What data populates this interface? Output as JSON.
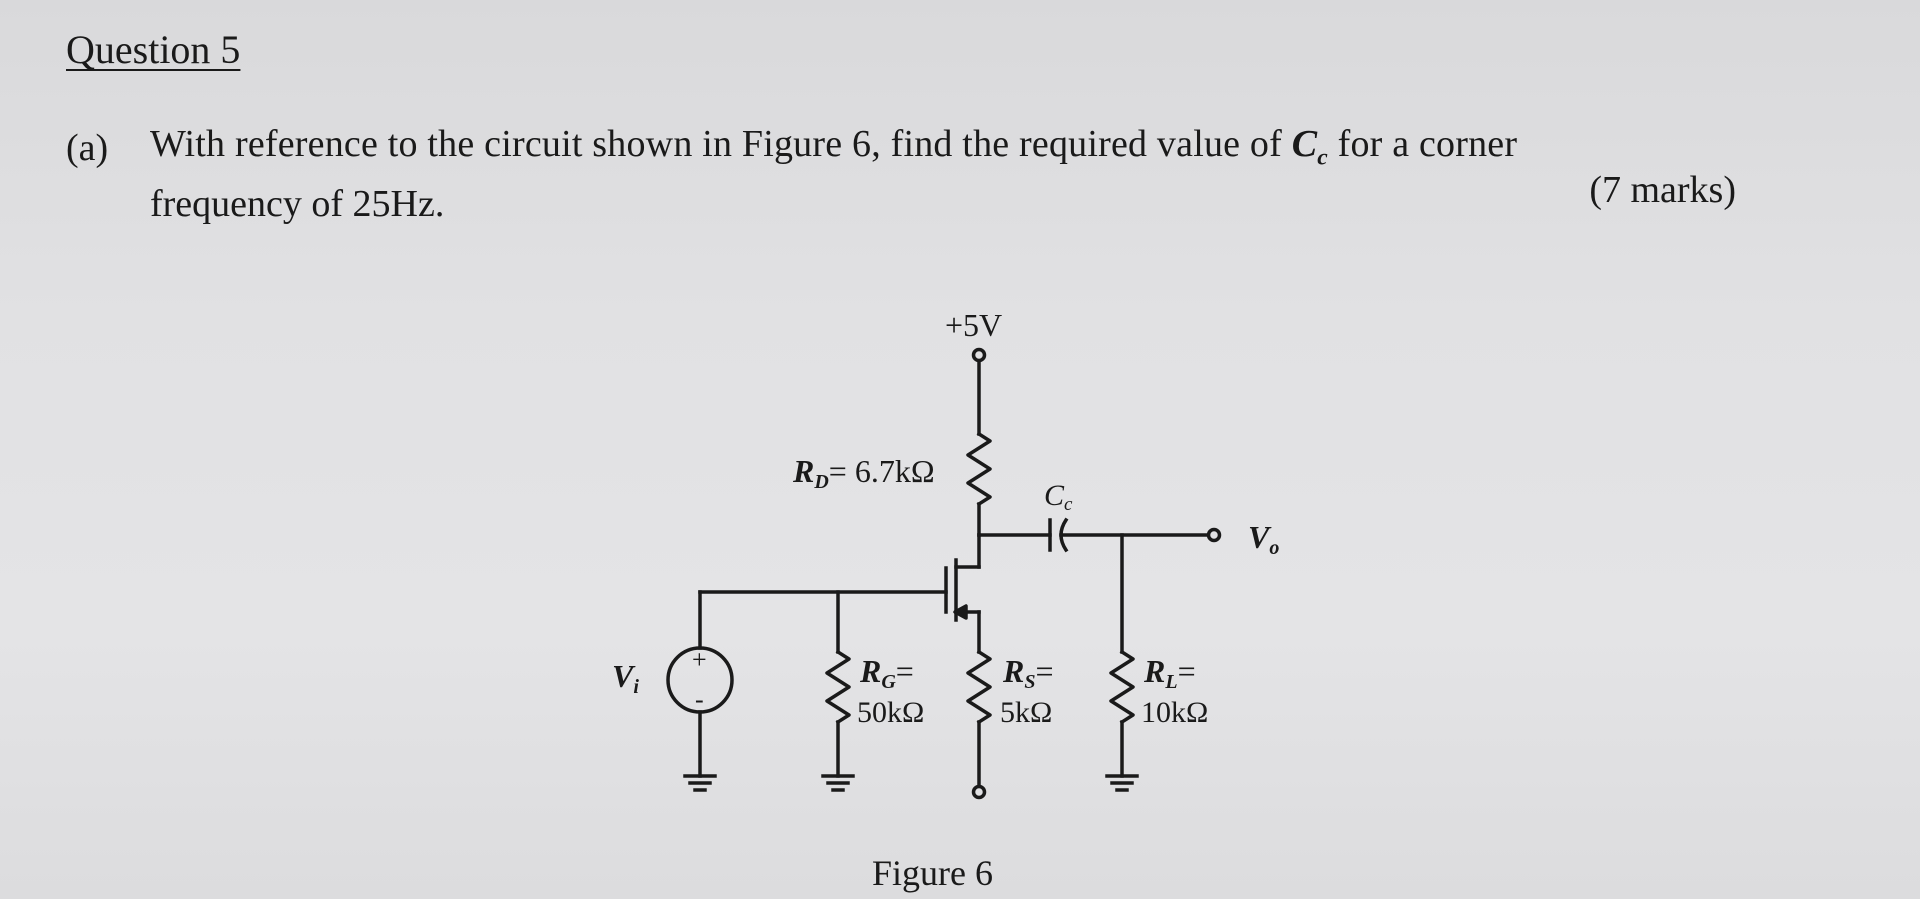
{
  "question": {
    "title": "Question 5",
    "part_label": "(a)",
    "line1_before": "With reference to the circuit shown in Figure 6, find the required value of",
    "symbol_letter": "C",
    "symbol_sub": "c",
    "line1_after": "for a corner",
    "line2": "frequency of 25Hz.",
    "marks": "(7 marks)"
  },
  "circuit": {
    "supply": "+5V",
    "rd_label": "R",
    "rd_sub": "D",
    "rd_value": "= 6.7kΩ",
    "cc_letter": "C",
    "cc_sub": "c",
    "vo_letter": "V",
    "vo_sub": "o",
    "vi_letter": "V",
    "vi_sub": "i",
    "source_plus": "+",
    "source_minus": "-",
    "rg_label": "R",
    "rg_sub": "G",
    "rg_eq": "=",
    "rg_value": "50kΩ",
    "rs_label": "R",
    "rs_sub": "S",
    "rs_eq": "=",
    "rs_value": "5kΩ",
    "rl_label": "R",
    "rl_sub": "L",
    "rl_eq": "=",
    "rl_value": "10kΩ"
  },
  "figure": {
    "caption": "Figure 6"
  }
}
